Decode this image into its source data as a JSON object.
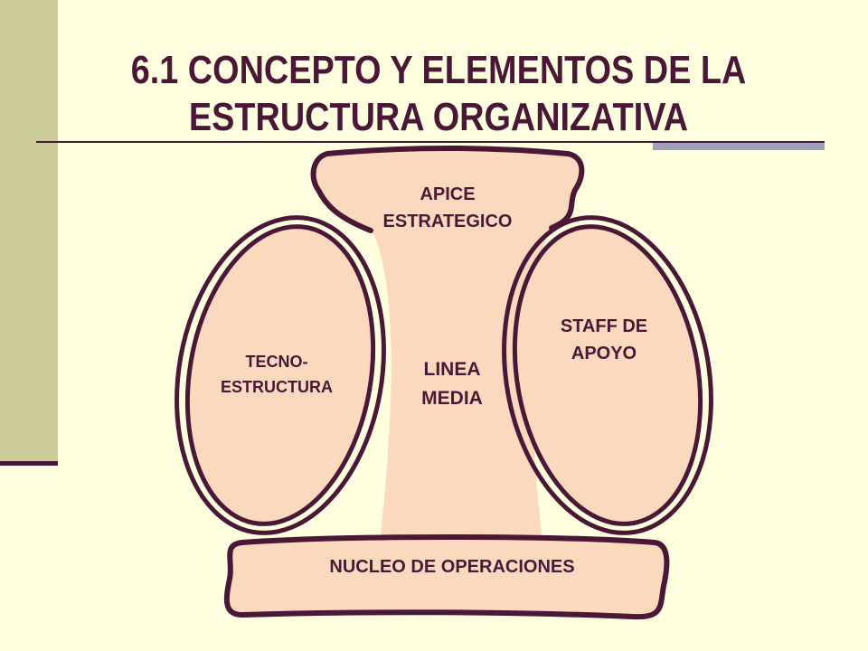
{
  "title": "6.1 CONCEPTO Y ELEMENTOS DE LA\nESTRUCTURA ORGANIZATIVA",
  "diagram": {
    "apex": "APICE\nESTRATEGICO",
    "technostructure": "TECNO-\nESTRUCTURA",
    "middle_line": "LINEA\nMEDIA",
    "support_staff": "STAFF DE\nAPOYO",
    "operating_core": "NUCLEO DE OPERACIONES"
  },
  "colors": {
    "background": "#FFFFE0",
    "accent_band": "#CCCC99",
    "outline": "#4A1836",
    "shape_fill": "#FAD9BF"
  }
}
